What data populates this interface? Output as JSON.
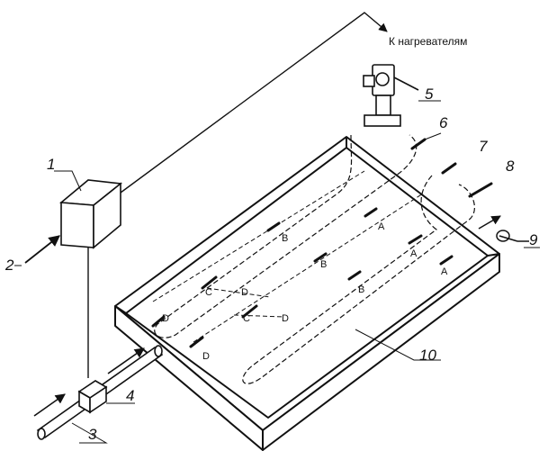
{
  "heater_caption": "К нагревателям",
  "callouts": {
    "n1": "1",
    "n2": "2",
    "n3": "3",
    "n4": "4",
    "n5": "5",
    "n6": "6",
    "n7": "7",
    "n8": "8",
    "n9": "9",
    "n10": "10"
  },
  "zone_labels": {
    "a1": "A",
    "a2": "A",
    "a3": "A",
    "b1": "B",
    "b2": "B",
    "b3": "B",
    "c1": "C",
    "c2": "C",
    "d1": "D",
    "d2": "D",
    "d3": "D",
    "d4": "D"
  },
  "colors": {
    "line": "#111111",
    "background": "#ffffff"
  }
}
